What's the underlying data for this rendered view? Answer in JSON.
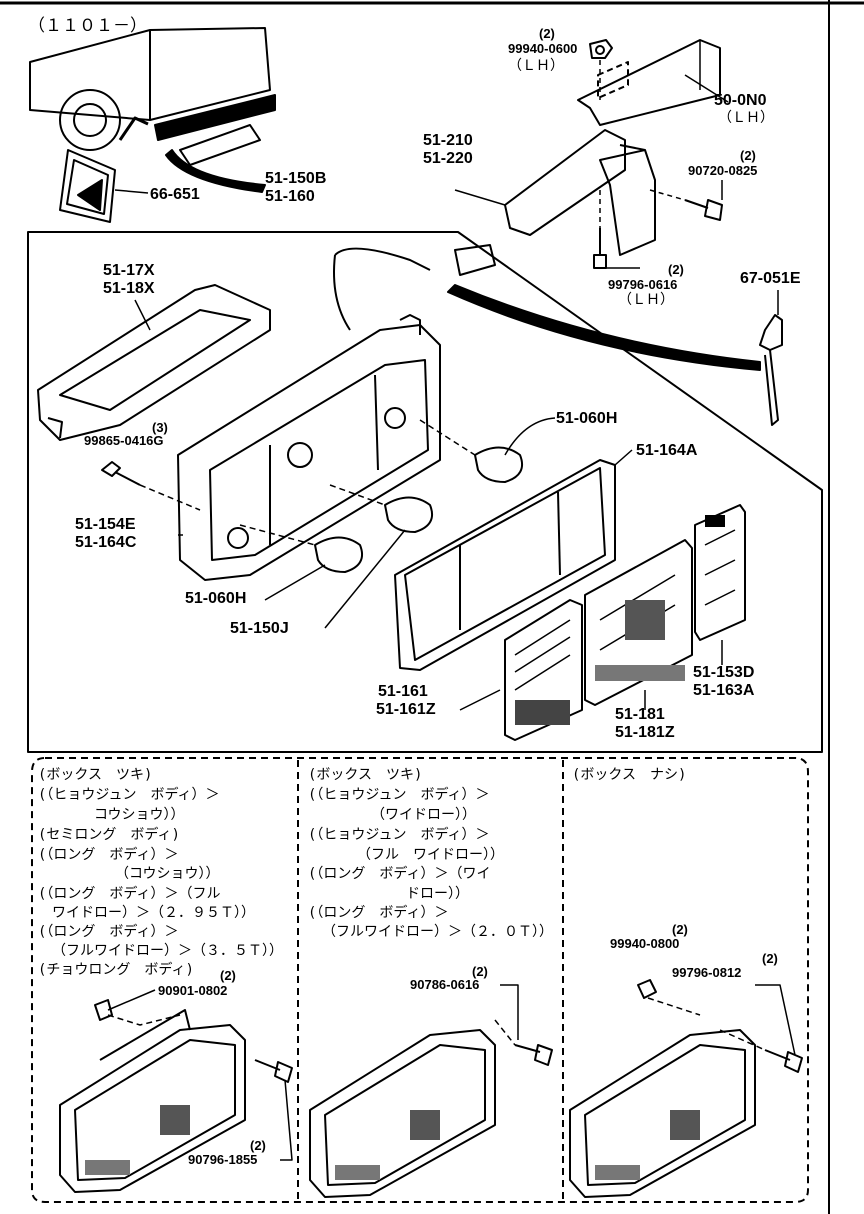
{
  "header_code": "（１１０１－）",
  "labels": {
    "p_99940_0600": "99940-0600",
    "p_99940_0600_qty": "(2)",
    "p_99940_0600_side": "（ＬＨ）",
    "p_50_0n0": "50-0N0",
    "p_50_0n0_side": "（ＬＨ）",
    "p_51_210": "51-210",
    "p_51_220": "51-220",
    "p_90720_0825": "90720-0825",
    "p_90720_0825_qty": "(2)",
    "p_99796_0616": "99796-0616",
    "p_99796_0616_qty": "(2)",
    "p_99796_0616_side": "（ＬＨ）",
    "p_67_051e": "67-051E",
    "p_51_150b": "51-150B",
    "p_51_160": "51-160",
    "p_66_651": "66-651",
    "p_51_17x": "51-17X",
    "p_51_18x": "51-18X",
    "p_99865_0416g": "99865-0416G",
    "p_99865_0416g_qty": "(3)",
    "p_51_060h_a": "51-060H",
    "p_51_164a": "51-164A",
    "p_51_154e": "51-154E",
    "p_51_164c": "51-164C",
    "p_51_060h_b": "51-060H",
    "p_51_150j": "51-150J",
    "p_51_161": "51-161",
    "p_51_161z": "51-161Z",
    "p_51_181": "51-181",
    "p_51_181z": "51-181Z",
    "p_51_153d": "51-153D",
    "p_51_163a": "51-163A"
  },
  "variants": {
    "left": {
      "lines": [
        "(ボックス　ツキ)",
        "(（ヒョウジュン　ボディ）＞",
        "　　　　コウショウ））",
        "(セミロング　ボディ)",
        "(（ロング　ボディ）＞",
        "　　　　　　（コウショウ））",
        "(（ロング　ボディ）＞（フル",
        "　ワイドロー）＞（２．９５Ｔ））",
        "(（ロング　ボディ）＞",
        "（フルワイドロー）＞（３．５Ｔ））",
        "(チョウロング　ボディ)"
      ],
      "part_a": "90901-0802",
      "part_a_qty": "(2)",
      "part_b": "90796-1855",
      "part_b_qty": "(2)"
    },
    "middle": {
      "lines": [
        "(ボックス　ツキ)",
        "(（ヒョウジュン　ボディ）＞",
        "　　　　　（ワイドロー））",
        "(（ヒョウジュン　ボディ）＞",
        "　　　　（フル　ワイドロー））",
        "(（ロング　ボディ）＞（ワイ",
        "　　　　　　　ドロー））",
        "(（ロング　ボディ）＞",
        "（フルワイドロー）＞（２．０Ｔ））"
      ],
      "part_a": "90786-0616",
      "part_a_qty": "(2)"
    },
    "right": {
      "lines": [
        "(ボックス　ナシ)"
      ],
      "part_a": "99940-0800",
      "part_a_qty": "(2)",
      "part_b": "99796-0812",
      "part_b_qty": "(2)"
    }
  }
}
